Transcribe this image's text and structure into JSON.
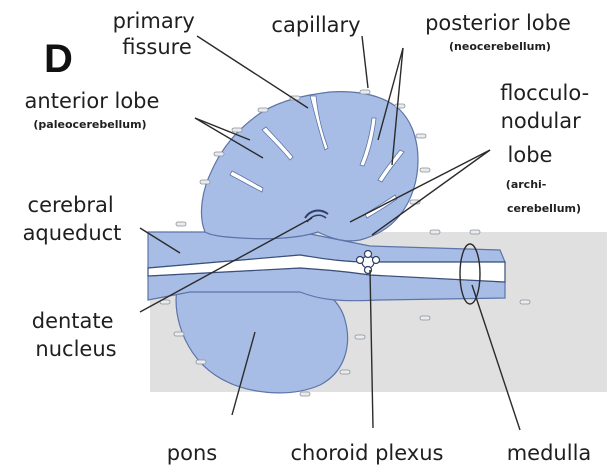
{
  "panel_letter": "D",
  "labels": {
    "primary_fissure": [
      "primary",
      "fissure"
    ],
    "capillary": "capillary",
    "posterior_lobe": "posterior lobe",
    "neocerebellum": "(neocerebellum)",
    "anterior_lobe": "anterior lobe",
    "paleocerebellum": "(paleocerebellum)",
    "flocculonodular": [
      "flocculo-",
      "nodular",
      "lobe"
    ],
    "archicerebellum": [
      "(archi-",
      "cerebellum)"
    ],
    "cerebral_aqueduct": [
      "cerebral",
      "aqueduct"
    ],
    "dentate_nucleus": [
      "dentate",
      "nucleus"
    ],
    "pons": "pons",
    "choroid_plexus": "choroid plexus",
    "medulla": "medulla"
  },
  "colors": {
    "tissue": "#a8bde6",
    "tissue_stripe": "#7f97c9",
    "background_tissue": "#e0e0e0",
    "capillary": "#e9ecef",
    "text": "#1f1f1f"
  }
}
